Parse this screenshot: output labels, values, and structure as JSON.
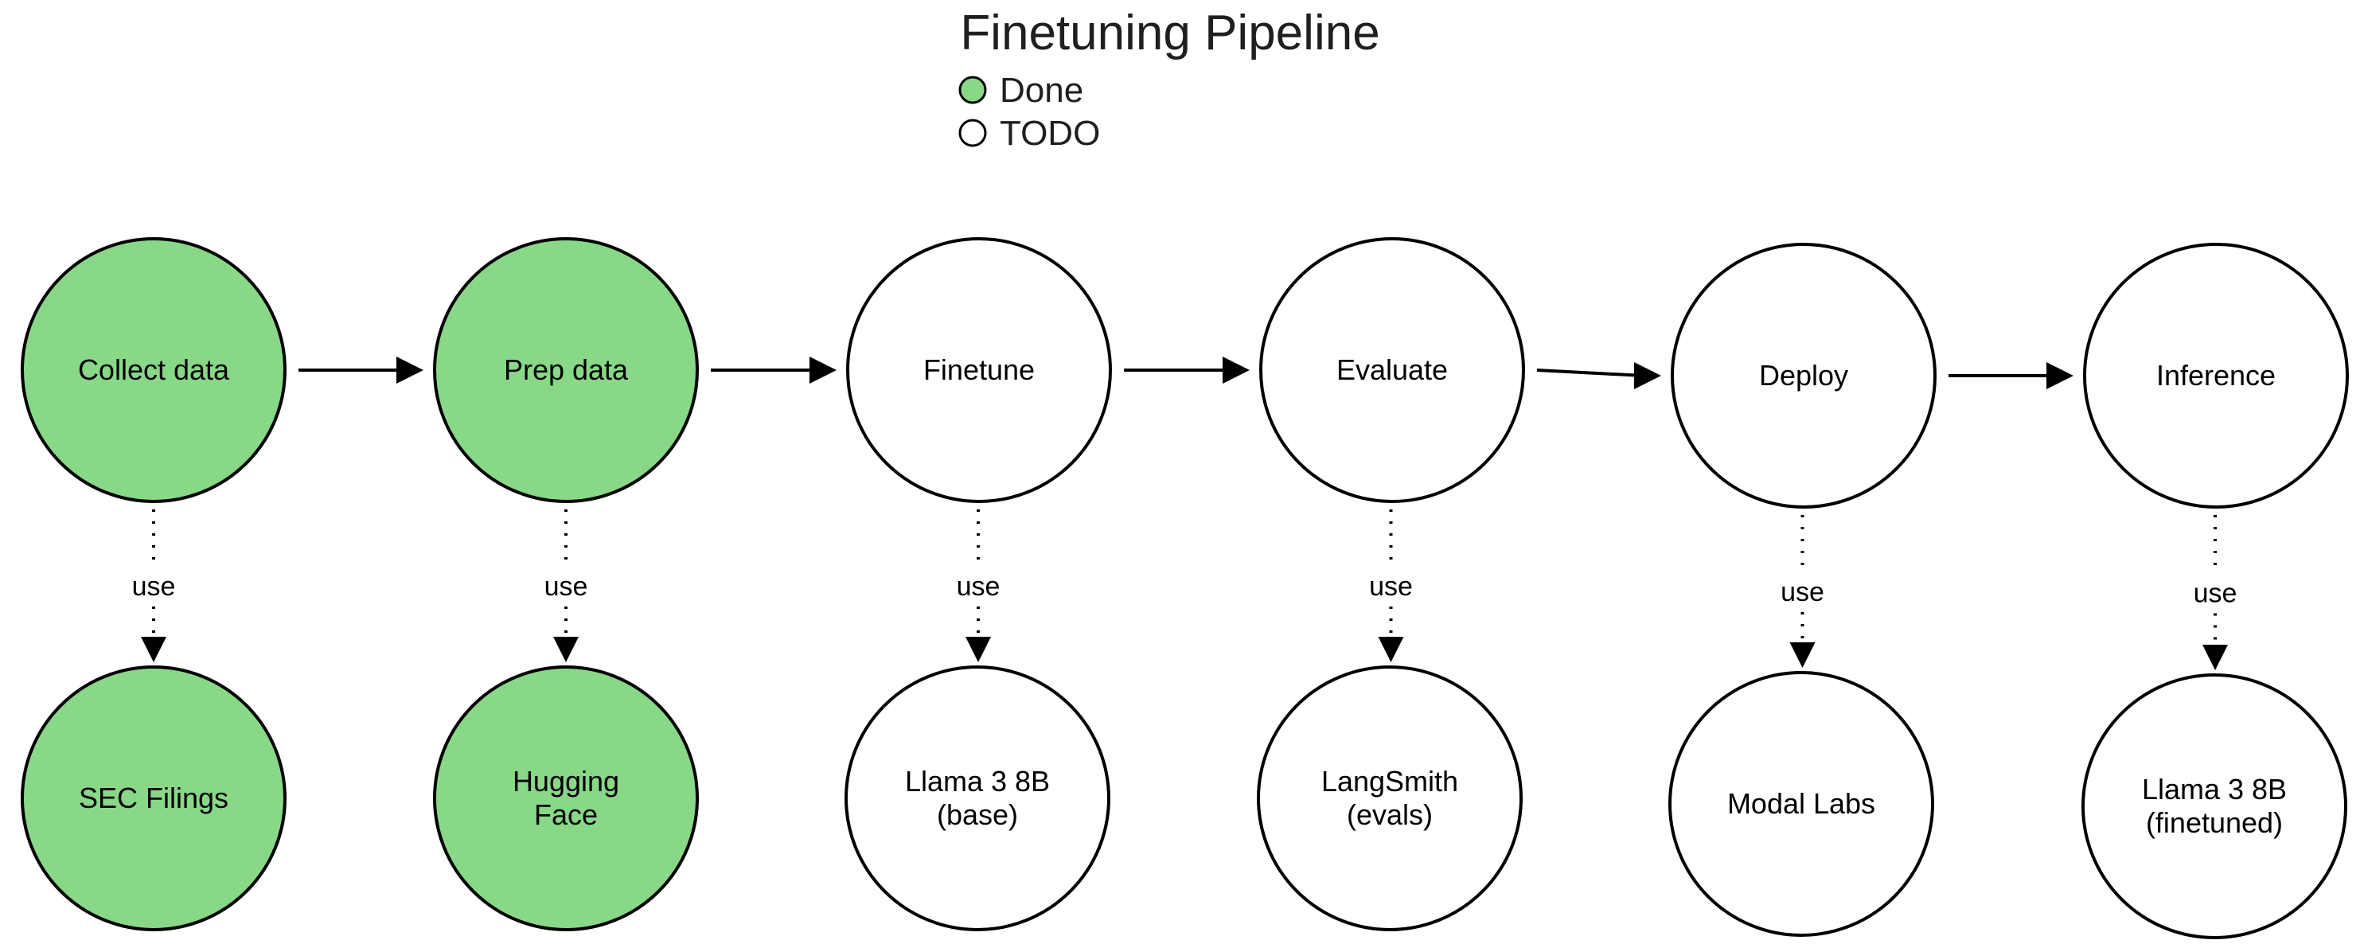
{
  "title": "Finetuning Pipeline",
  "legend": {
    "done_label": "Done",
    "todo_label": "TODO"
  },
  "colors": {
    "done": "#88d888",
    "todo": "#ffffff",
    "stroke": "#000000"
  },
  "pipeline": [
    {
      "step": "Collect data",
      "status": "done",
      "edge_label": "use",
      "tool": {
        "lines": [
          "SEC Filings"
        ],
        "status": "done"
      }
    },
    {
      "step": "Prep data",
      "status": "done",
      "edge_label": "use",
      "tool": {
        "lines": [
          "Hugging",
          "Face"
        ],
        "status": "done"
      }
    },
    {
      "step": "Finetune",
      "status": "todo",
      "edge_label": "use",
      "tool": {
        "lines": [
          "Llama 3 8B",
          "(base)"
        ],
        "status": "todo"
      }
    },
    {
      "step": "Evaluate",
      "status": "todo",
      "edge_label": "use",
      "tool": {
        "lines": [
          "LangSmith",
          "(evals)"
        ],
        "status": "todo"
      }
    },
    {
      "step": "Deploy",
      "status": "todo",
      "edge_label": "use",
      "tool": {
        "lines": [
          "Modal Labs"
        ],
        "status": "todo"
      }
    },
    {
      "step": "Inference",
      "status": "todo",
      "edge_label": "use",
      "tool": {
        "lines": [
          "Llama 3 8B",
          "(finetuned)"
        ],
        "status": "todo"
      }
    }
  ]
}
